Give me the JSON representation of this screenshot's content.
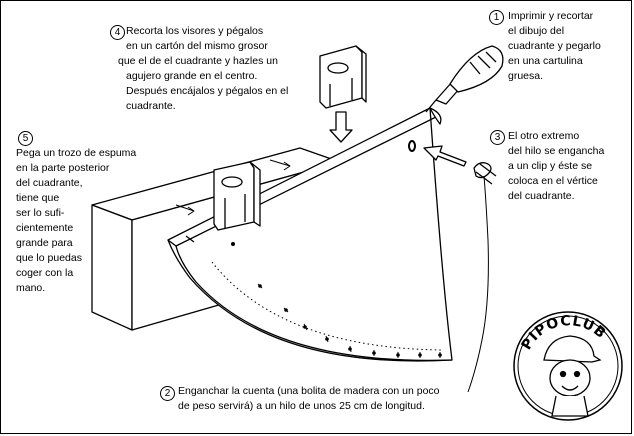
{
  "steps": [
    {
      "number": "1",
      "lines": [
        "Imprimir y recortar",
        "el dibujo del",
        "cuadrante y pegarlo",
        "en una cartulina",
        "gruesa."
      ]
    },
    {
      "number": "2",
      "lines": [
        "Enganchar la cuenta (una bolita de madera con un poco",
        "de peso servirá) a un hilo de unos 25 cm de longitud."
      ]
    },
    {
      "number": "3",
      "lines": [
        "El otro extremo",
        "del hilo se engancha",
        "a un clip y éste se",
        "coloca en el vértice",
        "del cuadrante."
      ]
    },
    {
      "number": "4",
      "lines": [
        "Recorta los visores y pégalos",
        "en un cartón del mismo grosor",
        "que el de el cuadrante y hazles un",
        "agujero grande en el centro.",
        "Después encájalos y pégalos en el",
        "cuadrante."
      ]
    },
    {
      "number": "5",
      "lines": [
        "Pega un trozo de espuma",
        "en la parte posterior",
        "del cuadrante,",
        "tiene que",
        "ser lo sufi-",
        "cientemente",
        "grande para",
        "que lo puedas",
        "coger con la",
        "mano."
      ]
    }
  ],
  "logo": {
    "text": "PIPOCLUB"
  },
  "colors": {
    "ink": "#000000",
    "paper": "#ffffff"
  },
  "icons": [
    "glue-bottle-icon",
    "paper-clip-icon",
    "arrow-icon",
    "mascot-face-icon"
  ]
}
